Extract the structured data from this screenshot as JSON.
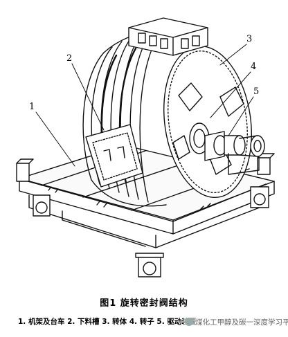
{
  "figure": {
    "callouts": [
      "1",
      "2",
      "3",
      "4",
      "5"
    ],
    "title": "图1   旋转密封阀结构",
    "legend": "1. 机架及台车  2. 下料槽  3. 转体  4. 转子  5. 驱动装置",
    "watermark": "煤化工甲醇及碳一深度学习平台"
  }
}
